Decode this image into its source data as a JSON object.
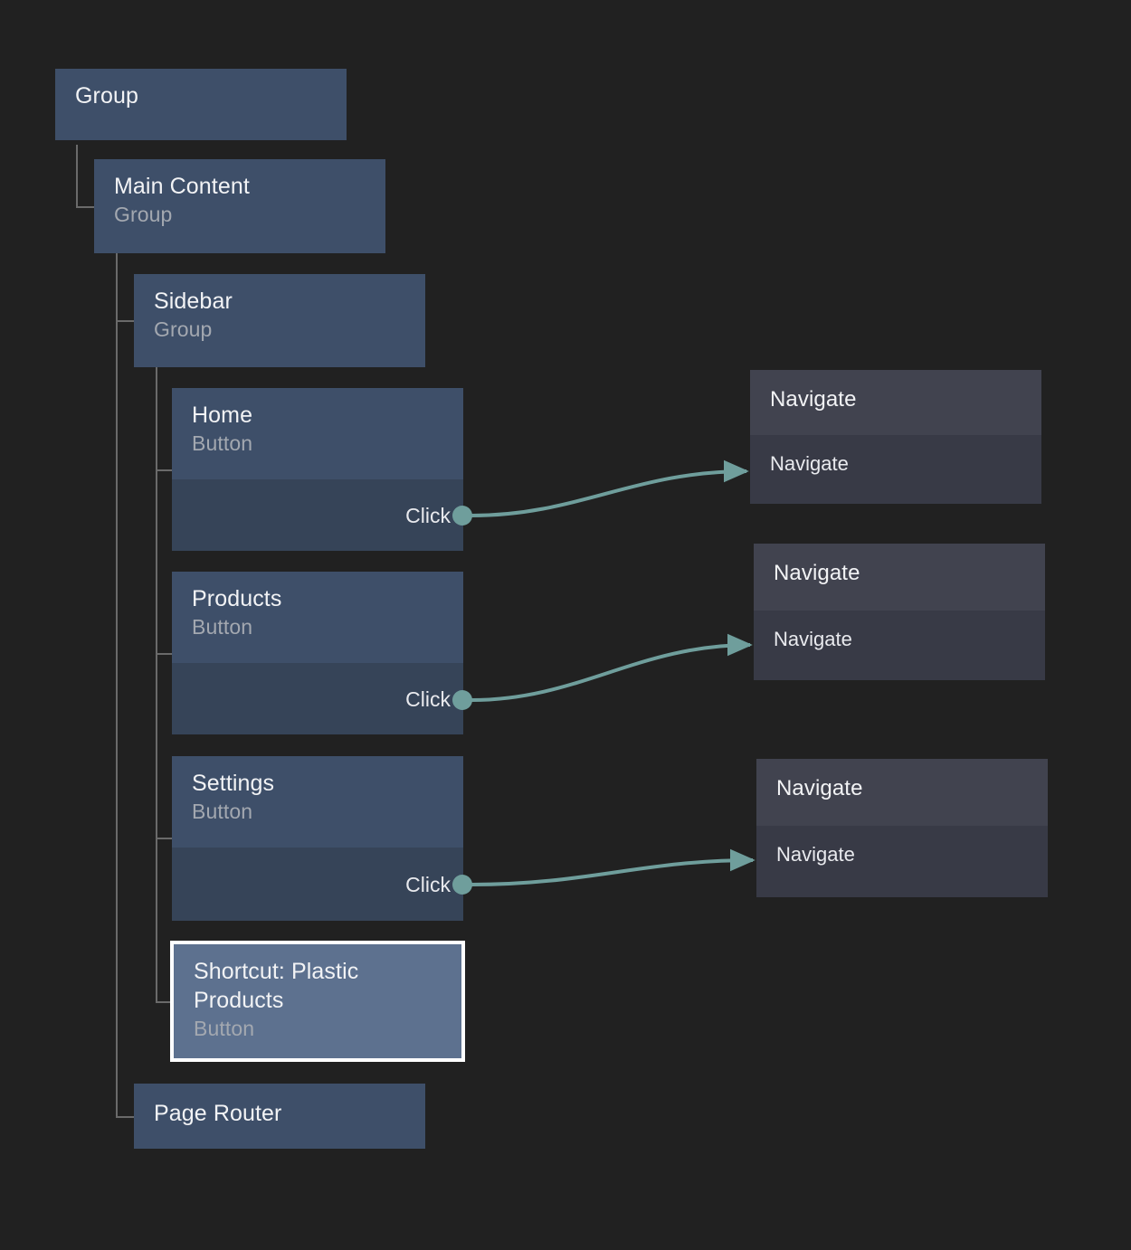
{
  "theme": {
    "background": "#212121",
    "node_header": "#3e4f69",
    "node_body": "#364458",
    "node_selected_header": "#5d718f",
    "selection_outline": "#ffffff",
    "action_header": "#41434f",
    "action_body": "#383a46",
    "edge_color": "#6f9e9c",
    "rail_color": "#6a6a6a",
    "title_text": "#f2f3f5",
    "subtitle_text": "#a3a8b0"
  },
  "tree": {
    "root": {
      "title": "Group",
      "subtitle": ""
    },
    "main_content": {
      "title": "Main Content",
      "subtitle": "Group"
    },
    "sidebar": {
      "title": "Sidebar",
      "subtitle": "Group"
    },
    "page_router": {
      "title": "Page Router",
      "subtitle": ""
    },
    "buttons": [
      {
        "title": "Home",
        "subtitle": "Button",
        "port_label": "Click",
        "selected": false
      },
      {
        "title": "Products",
        "subtitle": "Button",
        "port_label": "Click",
        "selected": false
      },
      {
        "title": "Settings",
        "subtitle": "Button",
        "port_label": "Click",
        "selected": false
      },
      {
        "title": "Shortcut: Plastic\nProducts",
        "subtitle": "Button",
        "port_label": "",
        "selected": true
      }
    ]
  },
  "actions": [
    {
      "title": "Navigate",
      "row_label": "Navigate"
    },
    {
      "title": "Navigate",
      "row_label": "Navigate"
    },
    {
      "title": "Navigate",
      "row_label": "Navigate"
    }
  ]
}
